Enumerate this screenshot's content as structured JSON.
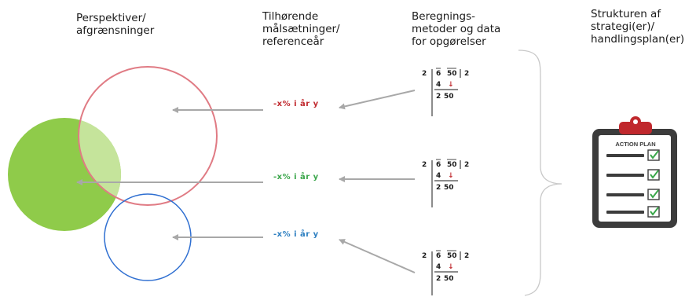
{
  "headings": {
    "perspectives": "Perspektiver/\nafgrænsninger",
    "targets": "Tilhørende\nmålsætninger/\nreferenceår",
    "methods": "Beregnings-\nmetoder og data\nfor opgørelser",
    "structure": "Strukturen af\nstrategi(er)/\nhandlingsplan(er)"
  },
  "targets": [
    {
      "label": "-x% i år y",
      "color": "#c0282d"
    },
    {
      "label": "-x% i år y",
      "color": "#3aa64a"
    },
    {
      "label": "-x% i år y",
      "color": "#2d7fc1"
    }
  ],
  "division": {
    "divisor": "2",
    "dividend_a": "6",
    "dividend_b": "50",
    "quotient": "2",
    "subtract": "4",
    "arrow": "↓",
    "remainder_a": "2",
    "remainder_b": "50"
  },
  "action_plan": {
    "title": "ACTION PLAN",
    "checklist_icon": "checkbox-checked-icon",
    "item_count": 4
  },
  "colors": {
    "green_circle": "#8fcb4a",
    "light_green_overlap": "#c5e49b",
    "red_circle": "#e07b84",
    "blue_circle": "#2f6fd1",
    "arrow_gray": "#a8a8a8",
    "clipboard_dark": "#3c3c3c",
    "accent_red": "#c0282d",
    "check_green": "#3aa64a"
  }
}
